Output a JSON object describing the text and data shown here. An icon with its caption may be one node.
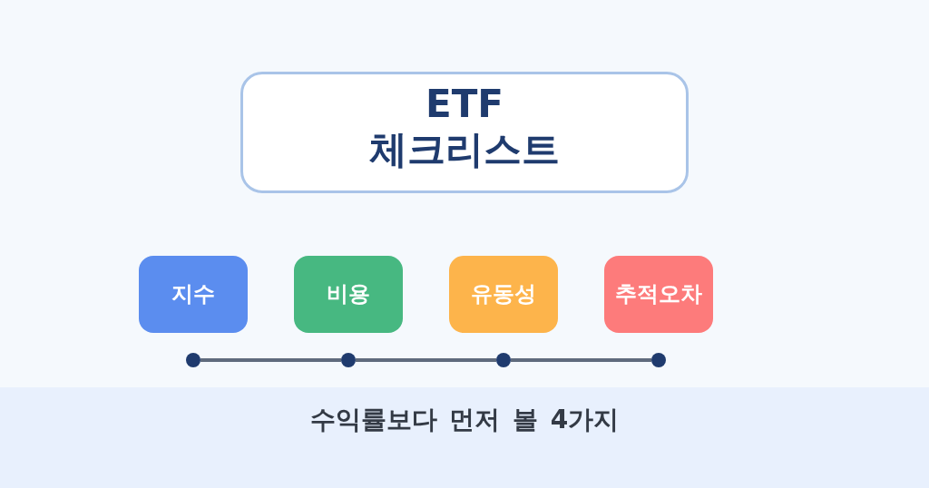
{
  "diagram": {
    "nodes": [
      {
        "text": [
          "ETF 체크리스트"
        ]
      },
      {
        "text": [
          "지수"
        ]
      },
      {
        "text": [
          "비용"
        ]
      },
      {
        "text": [
          "유동성"
        ]
      },
      {
        "text": [
          "추적오차"
        ]
      },
      {
        "text": [],
        "shape": "circle"
      },
      {
        "text": [],
        "shape": "circle"
      },
      {
        "text": [],
        "shape": "circle"
      },
      {
        "text": [],
        "shape": "circle"
      },
      {
        "text": [
          "수익률보다 먼저 볼 4가지"
        ]
      }
    ],
    "edges": [
      {
        "from": 5,
        "to": 6,
        "arrow": "none"
      },
      {
        "from": 6,
        "to": 7,
        "arrow": "none"
      },
      {
        "from": 7,
        "to": 8,
        "arrow": "none"
      }
    ]
  }
}
